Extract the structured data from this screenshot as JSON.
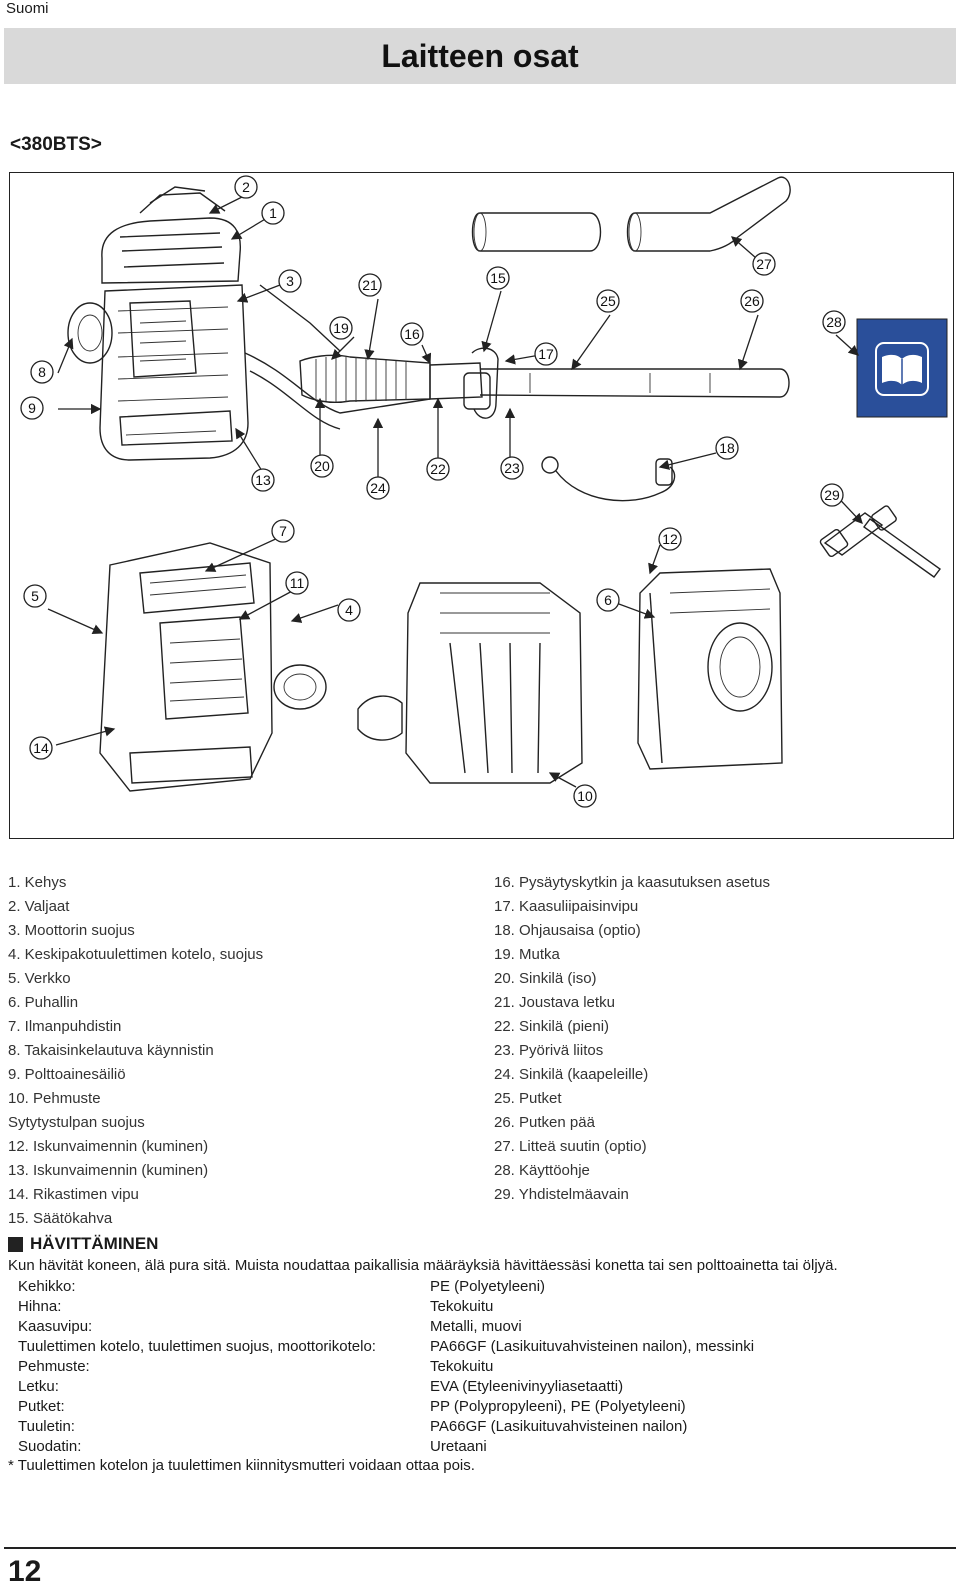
{
  "header": {
    "language": "Suomi",
    "title": "Laitteen osat"
  },
  "model": "<380BTS>",
  "figure": {
    "callouts": [
      "1",
      "2",
      "3",
      "4",
      "5",
      "6",
      "7",
      "8",
      "9",
      "10",
      "11",
      "12",
      "13",
      "14",
      "15",
      "16",
      "17",
      "18",
      "19",
      "20",
      "21",
      "22",
      "23",
      "24",
      "25",
      "26",
      "27",
      "28",
      "29"
    ]
  },
  "parts_left": [
    "1. Kehys",
    "2. Valjaat",
    "3. Moottorin suojus",
    "4. Keskipakotuulettimen kotelo, suojus",
    "5. Verkko",
    "6. Puhallin",
    "7. Ilmanpuhdistin",
    "8. Takaisinkelautuva käynnistin",
    "9. Polttoainesäiliö",
    "10. Pehmuste",
    "Sytytystulpan suojus",
    "12. Iskunvaimennin (kuminen)",
    "13. Iskunvaimennin (kuminen)",
    "14. Rikastimen vipu",
    "15. Säätökahva"
  ],
  "parts_right": [
    "16. Pysäytyskytkin ja kaasutuksen asetus",
    "17. Kaasuliipaisinvipu",
    "18. Ohjausaisa (optio)",
    "19. Mutka",
    "20. Sinkilä (iso)",
    "21. Joustava letku",
    "22. Sinkilä (pieni)",
    "23. Pyörivä liitos",
    "24. Sinkilä (kaapeleille)",
    "25. Putket",
    "26. Putken pää",
    "27. Litteä suutin (optio)",
    "28. Käyttöohje",
    "29. Yhdistelmäavain"
  ],
  "disposal": {
    "heading": "HÄVITTÄMINEN",
    "intro": "Kun hävität koneen, älä pura sitä. Muista noudattaa paikallisia määräyksiä hävittäessäsi konetta tai sen polttoainetta tai öljyä.",
    "materials": [
      {
        "item": "Kehikko:",
        "material": "PE (Polyetyleeni)"
      },
      {
        "item": "Hihna:",
        "material": "Tekokuitu"
      },
      {
        "item": "Kaasuvipu:",
        "material": "Metalli, muovi"
      },
      {
        "item": "Tuulettimen kotelo, tuulettimen suojus, moottorikotelo:",
        "material": "PA66GF (Lasikuituvahvisteinen nailon), messinki"
      },
      {
        "item": "Pehmuste:",
        "material": "Tekokuitu"
      },
      {
        "item": "Letku:",
        "material": "EVA (Etyleenivinyyliasetaatti)"
      },
      {
        "item": "Putket:",
        "material": "PP (Polypropyleeni), PE (Polyetyleeni)"
      },
      {
        "item": "Tuuletin:",
        "material": "PA66GF (Lasikuituvahvisteinen nailon)"
      },
      {
        "item": "Suodatin:",
        "material": "Uretaani"
      }
    ],
    "note": "* Tuulettimen kotelon ja tuulettimen kiinnitysmutteri voidaan ottaa pois."
  },
  "footer": {
    "page_number": "12"
  },
  "colors": {
    "title_bar": "#d9d9d9",
    "manual_cover": "#2a4f9a"
  }
}
